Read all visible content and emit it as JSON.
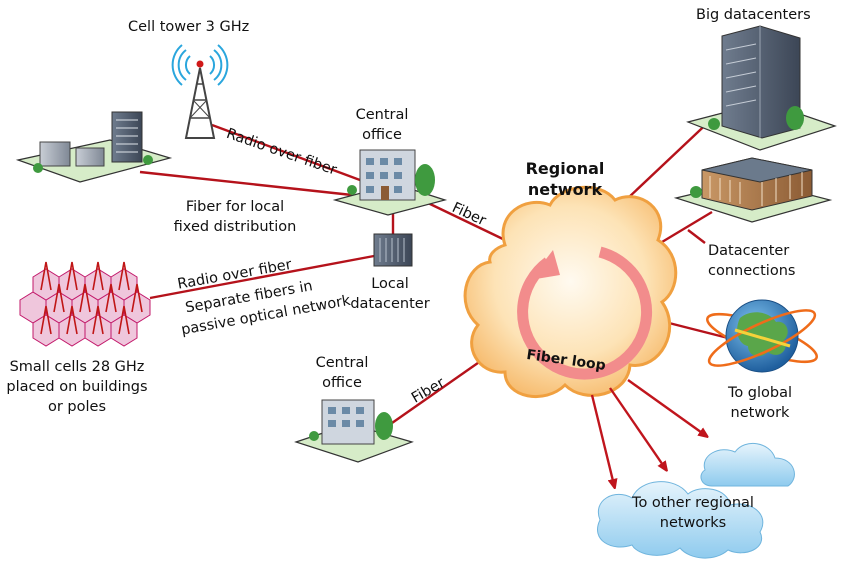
{
  "labels": {
    "cell_tower": "Cell tower 3 GHz",
    "big_datacenters": "Big datacenters",
    "central_office_top": [
      "Central",
      "office"
    ],
    "regional_network": [
      "Regional",
      "network"
    ],
    "radio_over_fiber_top": "Radio over fiber",
    "fiber_top": "Fiber",
    "fiber_local": [
      "Fiber for local",
      "fixed distribution"
    ],
    "radio_over_fiber_mid": "Radio over fiber",
    "separate_fibers": [
      "Separate fibers in",
      "passive optical network"
    ],
    "local_datacenter": [
      "Local",
      "datacenter"
    ],
    "datacenter_connections": [
      "Datacenter",
      "connections"
    ],
    "small_cells": [
      "Small cells 28 GHz",
      "placed on buildings",
      "or poles"
    ],
    "central_office_bottom": [
      "Central",
      "office"
    ],
    "fiber_bottom": "Fiber",
    "fiber_loop": "Fiber loop",
    "to_global": [
      "To global",
      "network"
    ],
    "to_other_regional": [
      "To other regional",
      "networks"
    ]
  },
  "colors": {
    "fiber_line": "#b5121b",
    "cloud_fill": "#fce0b0",
    "cloud_stroke": "#f0a040",
    "loop": "#f28c8c",
    "ground": "#d6ecc8",
    "tree": "#3f9a3f",
    "building": "#a8b0bb",
    "hex": "#e8b8d0",
    "arrow": "#c0151d",
    "small_cloud": "#bfe3f6"
  },
  "icons": [
    "cell-tower-icon",
    "office-building-icon",
    "datacenter-icon",
    "server-rack-icon",
    "globe-icon",
    "cloud-icon",
    "radio-mast-icon"
  ]
}
